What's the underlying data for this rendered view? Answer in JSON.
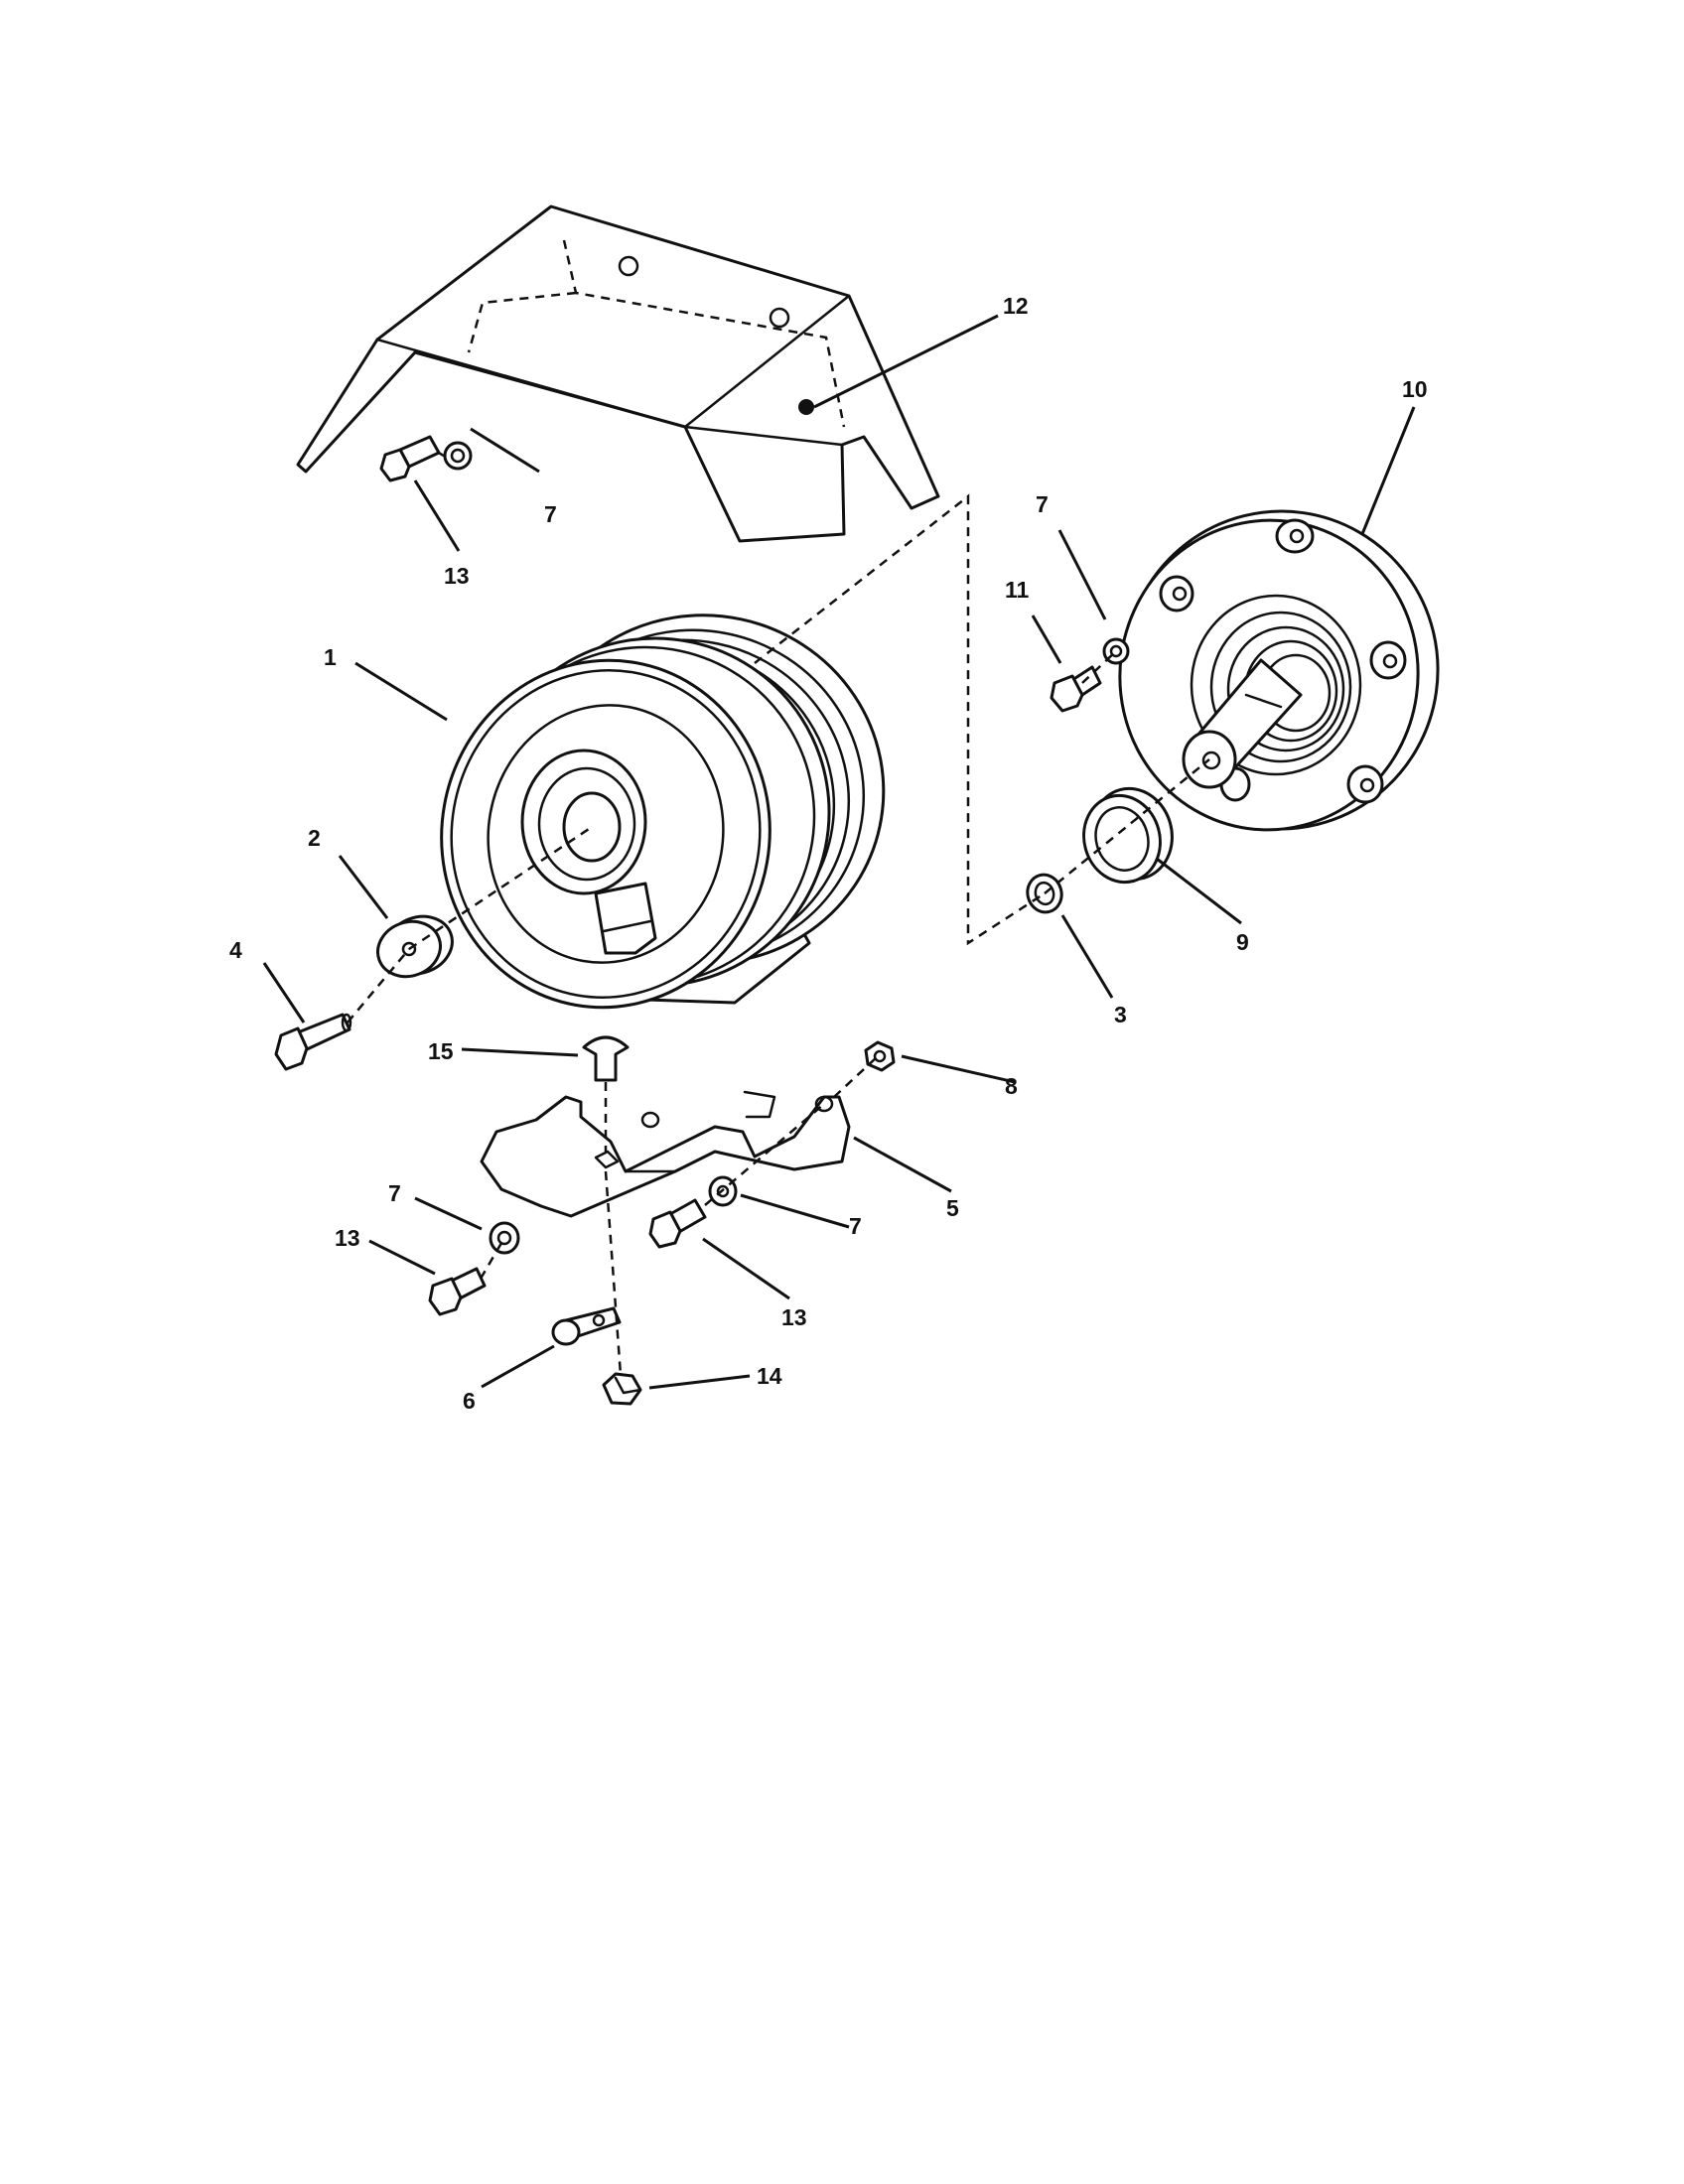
{
  "diagram": {
    "callouts": [
      {
        "id": "c1",
        "text": "1"
      },
      {
        "id": "c2",
        "text": "2"
      },
      {
        "id": "c3",
        "text": "3"
      },
      {
        "id": "c4",
        "text": "4"
      },
      {
        "id": "c5",
        "text": "5"
      },
      {
        "id": "c6",
        "text": "6"
      },
      {
        "id": "c7a",
        "text": "7"
      },
      {
        "id": "c7b",
        "text": "7"
      },
      {
        "id": "c7c",
        "text": "7"
      },
      {
        "id": "c7d",
        "text": "7"
      },
      {
        "id": "c8",
        "text": "8"
      },
      {
        "id": "c9",
        "text": "9"
      },
      {
        "id": "c10",
        "text": "10"
      },
      {
        "id": "c11",
        "text": "11"
      },
      {
        "id": "c12",
        "text": "12"
      },
      {
        "id": "c13a",
        "text": "13"
      },
      {
        "id": "c13b",
        "text": "13"
      },
      {
        "id": "c13c",
        "text": "13"
      },
      {
        "id": "c14",
        "text": "14"
      },
      {
        "id": "c15",
        "text": "15"
      }
    ]
  }
}
